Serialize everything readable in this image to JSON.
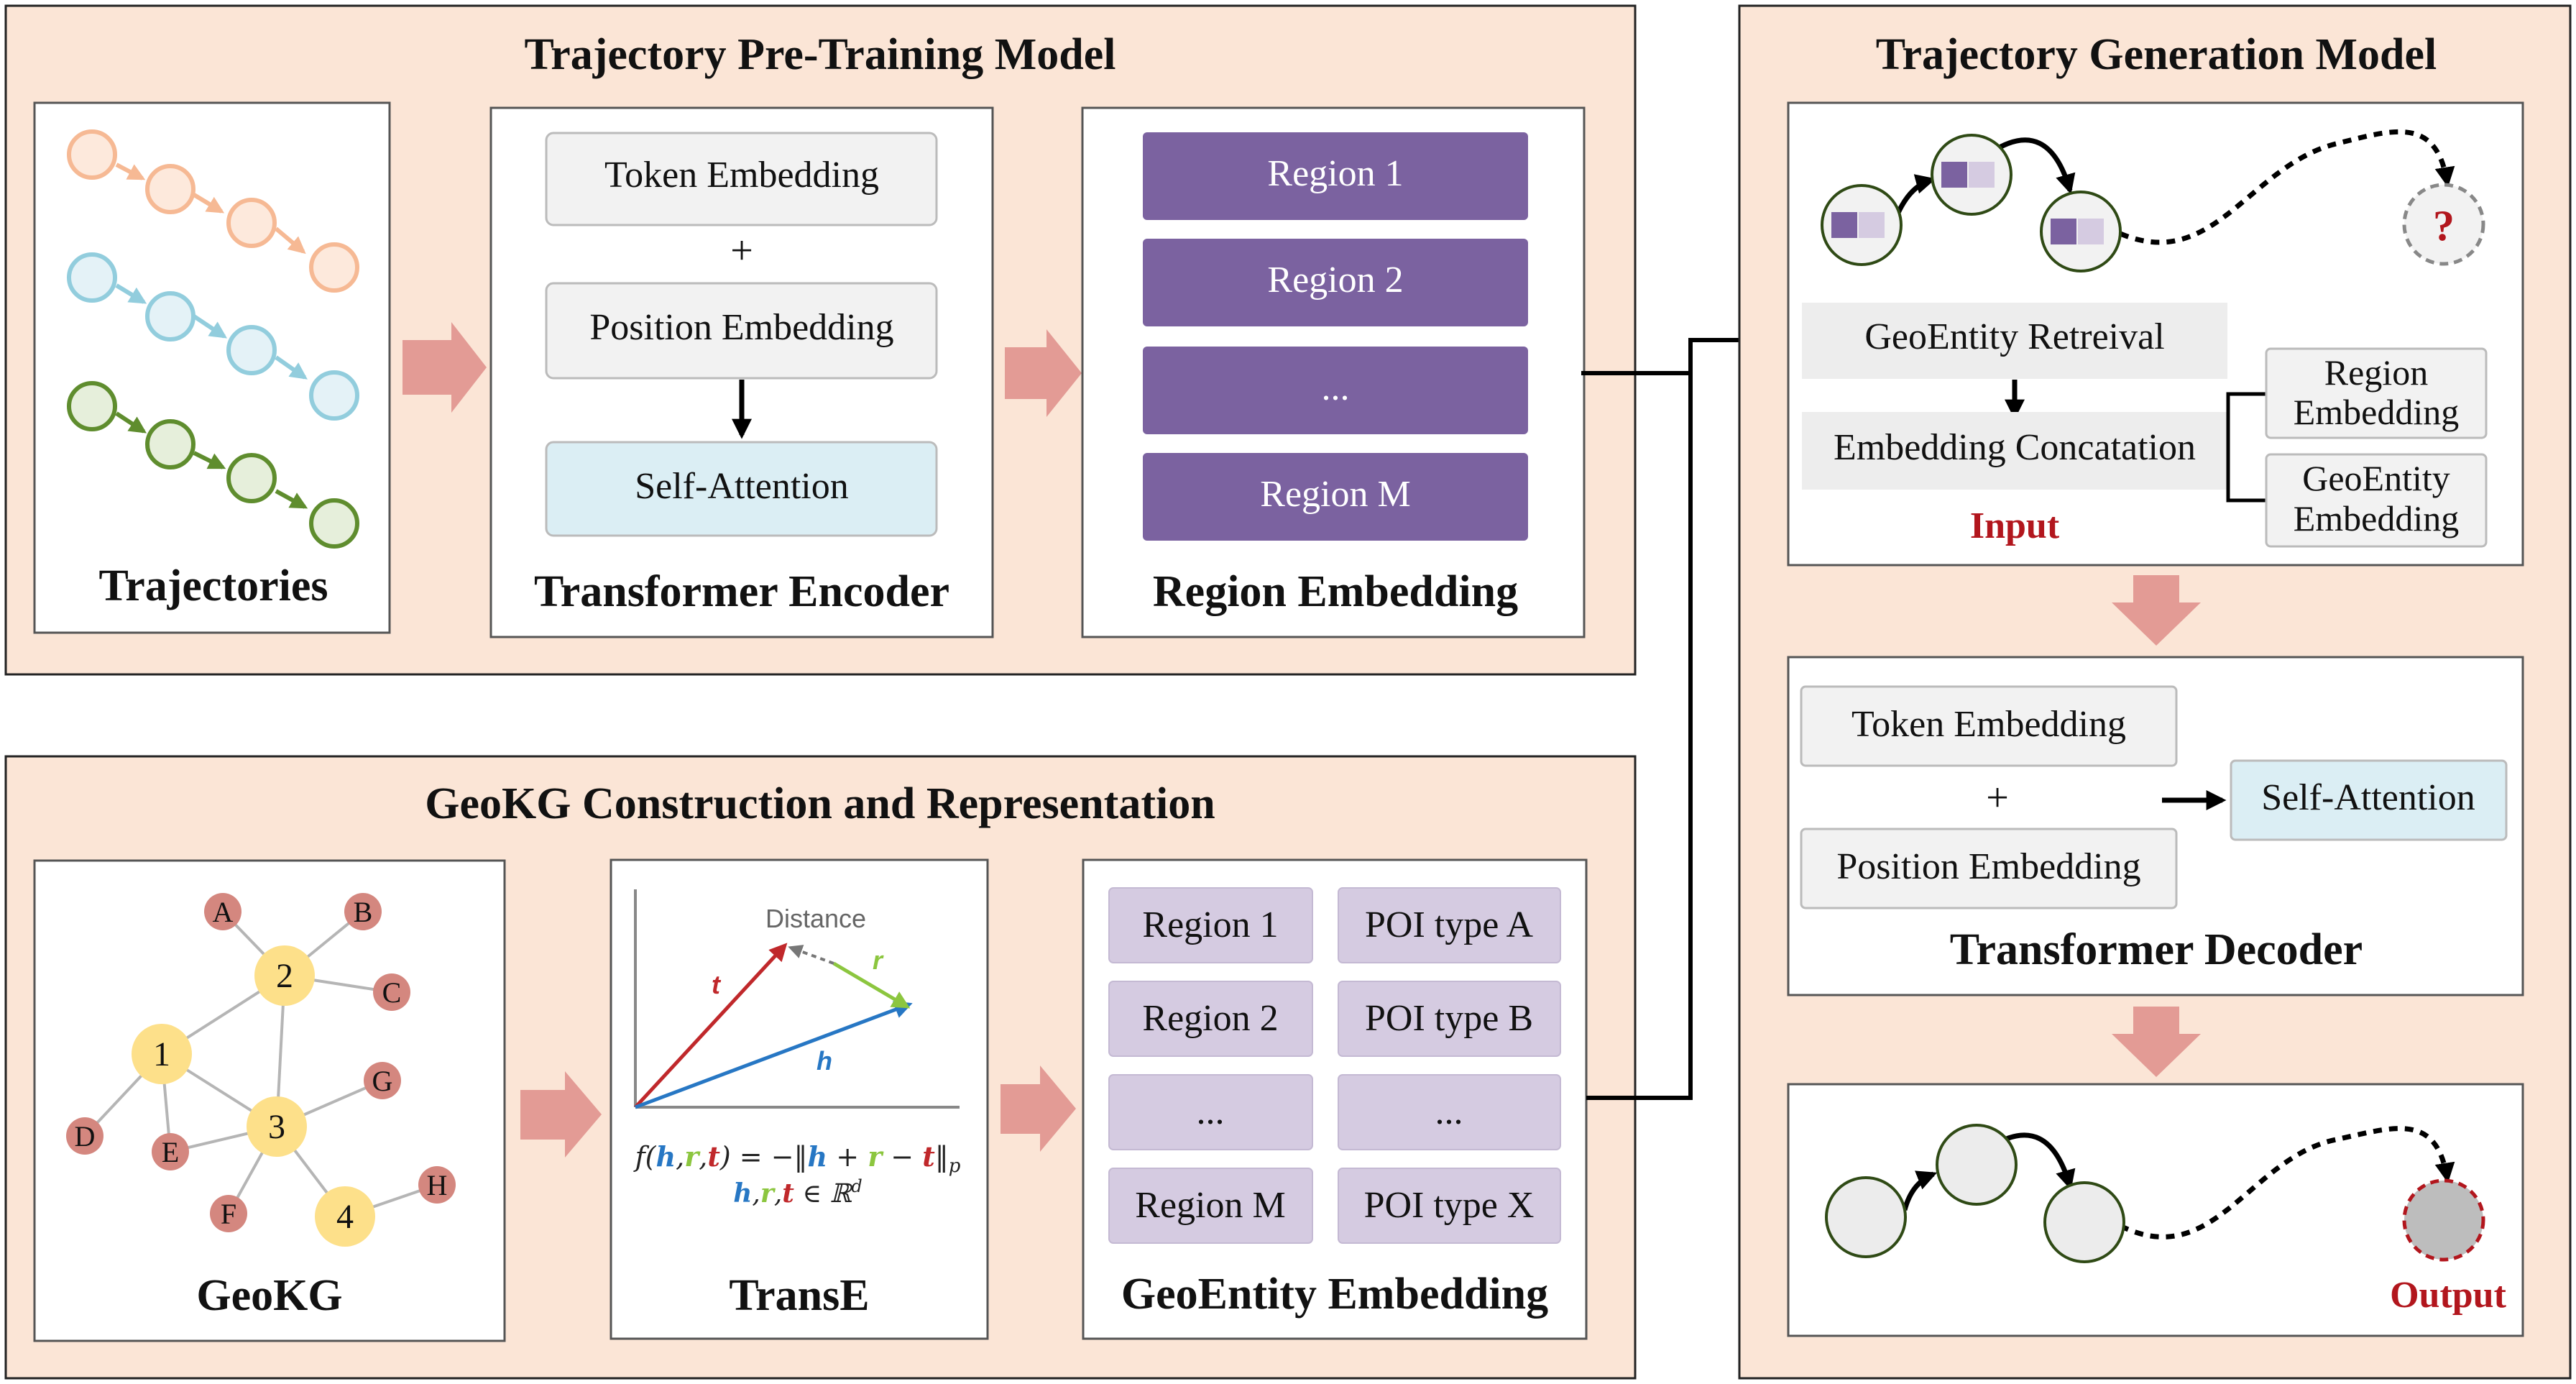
{
  "pretrain": {
    "title": "Trajectory Pre-Training Model",
    "trajectories_label": "Trajectories",
    "encoder": {
      "token_embedding": "Token Embedding",
      "plus": "+",
      "position_embedding": "Position Embedding",
      "self_attention": "Self-Attention",
      "label": "Transformer Encoder"
    },
    "region_embedding": {
      "items": [
        "Region 1",
        "Region 2",
        "...",
        "Region M"
      ],
      "label": "Region Embedding"
    }
  },
  "geokg_section": {
    "title": "GeoKG Construction and Representation",
    "graph": {
      "label": "GeoKG",
      "nodes": {
        "n1": "1",
        "n2": "2",
        "n3": "3",
        "n4": "4",
        "A": "A",
        "B": "B",
        "C": "C",
        "D": "D",
        "E": "E",
        "F": "F",
        "G": "G",
        "H": "H"
      }
    },
    "transe": {
      "label": "TransE",
      "distance": "Distance",
      "t": "t",
      "r": "r",
      "h": "h"
    },
    "entity_embedding": {
      "label": "GeoEntity Embedding",
      "regions": [
        "Region 1",
        "Region 2",
        "...",
        "Region M"
      ],
      "poi_types": [
        "POI type A",
        "POI type B",
        "...",
        "POI type X"
      ]
    }
  },
  "generation": {
    "title": "Trajectory Generation Model",
    "input": {
      "retrieval": "GeoEntity Retreival",
      "concatenation": "Embedding Concatation",
      "region_embedding_line1": "Region",
      "region_embedding_line2": "Embedding",
      "geoentity_embedding_line1": "GeoEntity",
      "geoentity_embedding_line2": "Embedding",
      "label": "Input",
      "question_mark": "?"
    },
    "decoder": {
      "token_embedding": "Token Embedding",
      "plus": "+",
      "position_embedding": "Position Embedding",
      "self_attention": "Self-Attention",
      "label": "Transformer Decoder"
    },
    "output": {
      "label": "Output"
    }
  },
  "colors": {
    "panel_bg": "#fbe5d6",
    "region_purple": "#7b62a0",
    "region_light_purple": "#d5cbe1",
    "attention_blue": "#dbeef4",
    "token_gray": "#f2f2f2",
    "flow_arrow": "#e39b95",
    "kg_node_yellow": "#fde08a",
    "kg_node_red": "#d4877f",
    "input_red": "#b2161d",
    "traj_orange": "#f6b994",
    "traj_blue": "#92cddd",
    "traj_green": "#5f8d2e"
  }
}
